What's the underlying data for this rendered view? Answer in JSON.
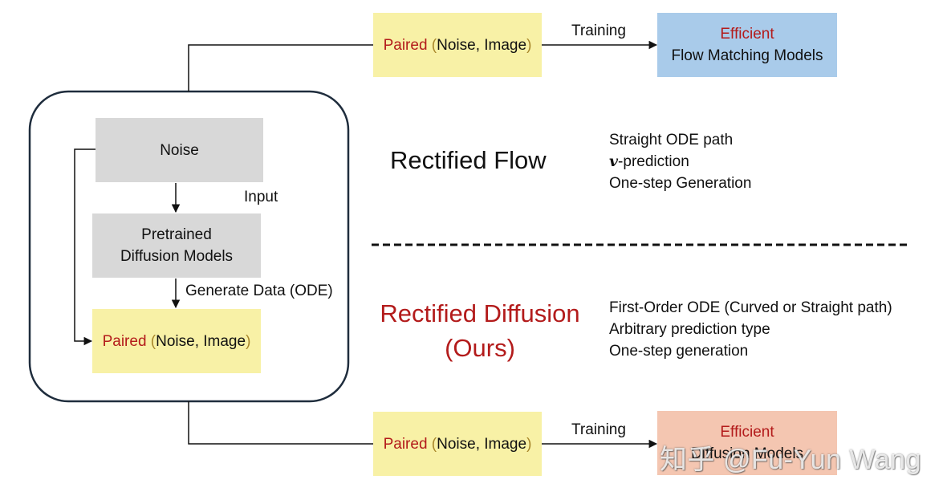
{
  "top_pair": {
    "paired": "Paired",
    "noise_image": "Noise, Image"
  },
  "top_training": "Training",
  "top_target": {
    "efficient": "Efficient",
    "label": "Flow Matching Models"
  },
  "process": {
    "noise": "Noise",
    "input": "Input",
    "pretrained_line1": "Pretrained",
    "pretrained_line2": "Diffusion Models",
    "generate": "Generate Data (ODE)",
    "pair": {
      "paired": "Paired",
      "noise_image": "Noise, Image"
    }
  },
  "rectified_flow": {
    "title": "Rectified Flow",
    "props": [
      "Straight ODE path",
      "-prediction",
      "One-step Generation"
    ],
    "v_symbol": "v"
  },
  "rectified_diffusion": {
    "title_line1": "Rectified Diffusion",
    "title_line2": "(Ours)",
    "props": [
      "First-Order ODE (Curved or Straight path)",
      "Arbitrary prediction type",
      "One-step generation"
    ]
  },
  "bottom_pair": {
    "paired": "Paired",
    "noise_image": "Noise, Image"
  },
  "bottom_training": "Training",
  "bottom_target": {
    "efficient": "Efficient",
    "label": "Diffusion Models"
  },
  "watermark": "知乎 @Fu-Yun Wang",
  "colors": {
    "yellow_box": "#f8f1a6",
    "gray_box": "#d8d8d8",
    "blue_box": "#a9cbea",
    "salmon_box": "#f4c6b1",
    "accent_red": "#b31b1b",
    "paren_olive": "#a8862a",
    "frame_border": "#1f2d3d"
  }
}
